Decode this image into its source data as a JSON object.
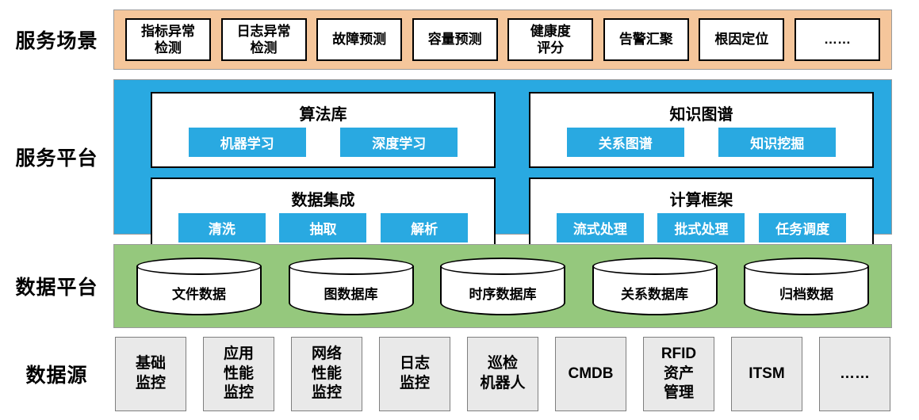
{
  "layers": {
    "scenarios": {
      "label": "服务场景",
      "items": [
        "指标异常\n检测",
        "日志异常\n检测",
        "故障预测",
        "容量预测",
        "健康度\n评分",
        "告警汇聚",
        "根因定位",
        "……"
      ]
    },
    "platform": {
      "label": "服务平台",
      "panels": [
        {
          "title": "算法库",
          "chips": [
            "机器学习",
            "深度学习"
          ]
        },
        {
          "title": "知识图谱",
          "chips": [
            "关系图谱",
            "知识挖掘"
          ]
        },
        {
          "title": "数据集成",
          "chips": [
            "清洗",
            "抽取",
            "解析"
          ]
        },
        {
          "title": "计算框架",
          "chips": [
            "流式处理",
            "批式处理",
            "任务调度"
          ]
        }
      ]
    },
    "data_platform": {
      "label": "数据平台",
      "databases": [
        "文件数据",
        "图数据库",
        "时序数据库",
        "关系数据库",
        "归档数据"
      ]
    },
    "data_sources": {
      "label": "数据源",
      "items": [
        "基础\n监控",
        "应用\n性能\n监控",
        "网络\n性能\n监控",
        "日志\n监控",
        "巡检\n机器人",
        "CMDB",
        "RFID\n资产\n管理",
        "ITSM",
        "……"
      ]
    }
  },
  "colors": {
    "scenario_band": "#F5C69B",
    "platform_band": "#29A9E1",
    "data_band": "#95C87D",
    "chip_blue": "#29A9E1",
    "source_gray": "#E9E9E9"
  }
}
